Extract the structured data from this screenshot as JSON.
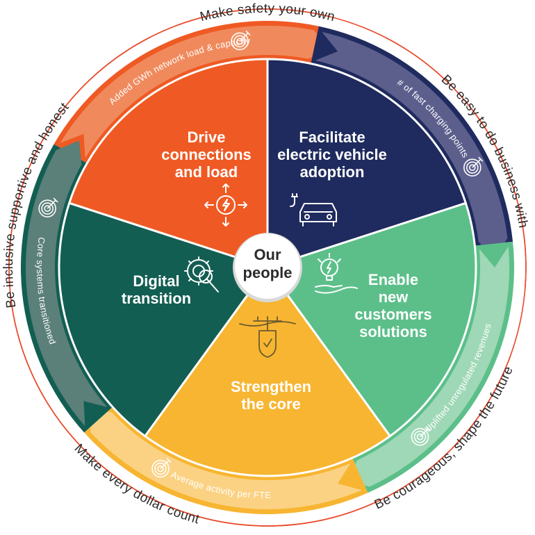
{
  "center": {
    "line1": "Our",
    "line2": "people"
  },
  "segments": [
    {
      "id": "drive",
      "title": [
        "Drive",
        "connections",
        "and load"
      ],
      "color": "#ef5a24",
      "ring_color": "#f08a5d",
      "ring_text": "Added GWh network load & capacity",
      "icon": "arrows-bolt-icon"
    },
    {
      "id": "ev",
      "title": [
        "Facilitate",
        "electric vehicle",
        "adoption"
      ],
      "color": "#1f2b5e",
      "ring_color": "#5c5f8c",
      "ring_text": "# of fast charging points",
      "icon": "car-plug-icon"
    },
    {
      "id": "enable",
      "title": [
        "Enable",
        "new",
        "customers",
        "solutions"
      ],
      "color": "#5cbf8a",
      "ring_color": "#9fd8b6",
      "ring_text": "Uplifted unregulated revenues",
      "icon": "bulb-hand-icon"
    },
    {
      "id": "core",
      "title": [
        "Strengthen",
        "the core"
      ],
      "color": "#f7b531",
      "ring_color": "#fbd283",
      "ring_text": "Average activity per FTE",
      "icon": "power-pole-icon"
    },
    {
      "id": "digital",
      "title": [
        "Digital",
        "transition"
      ],
      "color": "#135e52",
      "ring_color": "#5b7f79",
      "ring_text": "Core systems transitioned",
      "icon": "gear-search-icon"
    }
  ],
  "values": [
    "Make safety your own",
    "Be easy to do business with",
    "Be courageous, shape the future",
    "Make every dollar count",
    "Be inclusive supportive and honest"
  ],
  "colors": {
    "value_line": "#e8492a",
    "center_fill": "#ffffff",
    "text_dark": "#2b2b2b"
  }
}
